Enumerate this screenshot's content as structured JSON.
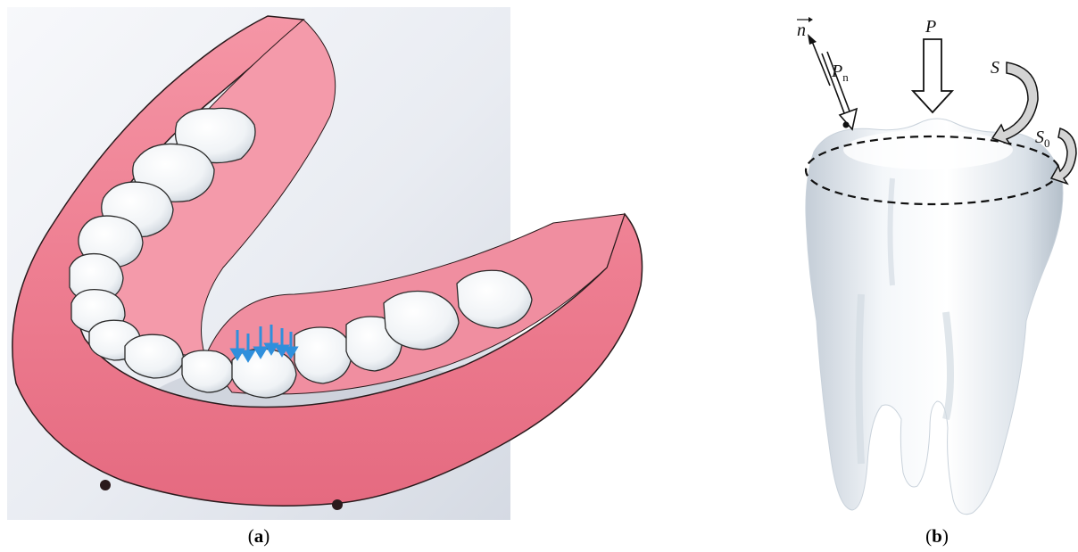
{
  "panel_a": {
    "caption_open": "(",
    "caption_letter": "a",
    "caption_close": ")"
  },
  "panel_b": {
    "caption_open": "(",
    "caption_letter": "b",
    "caption_close": ")",
    "labels": {
      "normal_vector": "n",
      "normal_pressure": "P",
      "normal_pressure_sub": "n",
      "pressure": "P",
      "surface": "S",
      "boundary": "S",
      "boundary_sub": "0"
    }
  },
  "colors": {
    "gum": "#ee7f92",
    "gum_dark": "#d85c72",
    "tooth": "#ffffff",
    "tooth_shade": "#c9d2db",
    "load_arrows": "#2f8fdc",
    "background_a": "#e6e9ef"
  }
}
